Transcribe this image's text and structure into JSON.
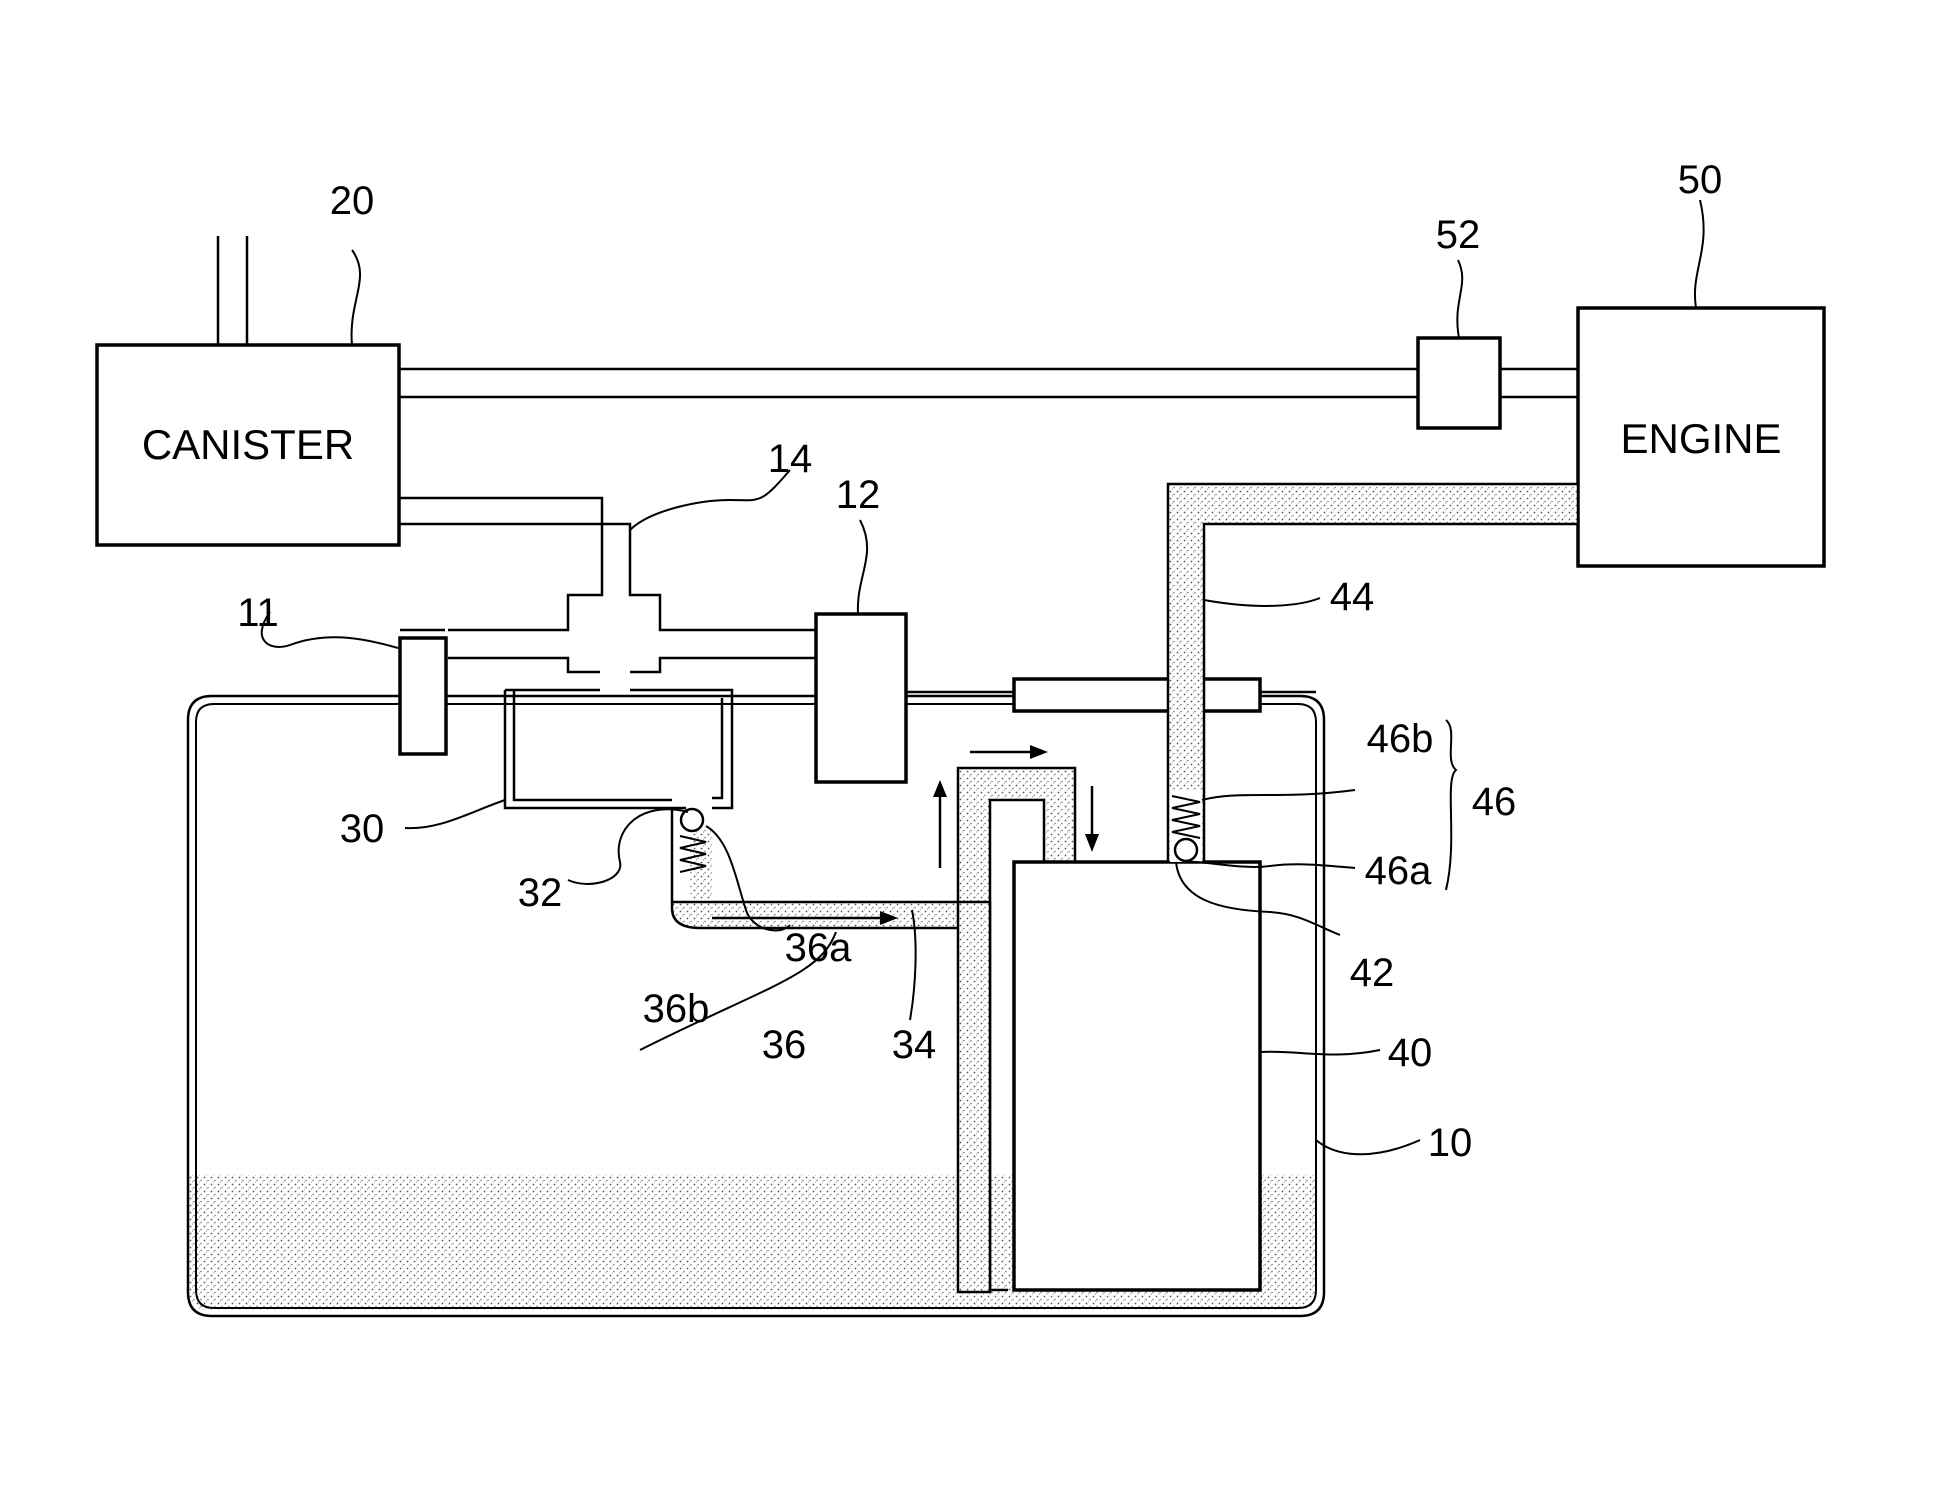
{
  "components": {
    "canister": {
      "text": "CANISTER",
      "ref": "20"
    },
    "engine": {
      "text": "ENGINE",
      "ref": "50"
    }
  },
  "labels": {
    "tank": "10",
    "rollover_valve": "11",
    "fuel_limit_valve": "12",
    "vent_line": "14",
    "chamber": "30",
    "chamber_outlet": "32",
    "return_line": "34",
    "check_valve": "36",
    "check_valve_ball": "36a",
    "check_valve_spring": "36b",
    "fuel_pump_module": "40",
    "pump_outlet": "42",
    "supply_line": "44",
    "supply_valve": "46",
    "supply_valve_ball": "46a",
    "supply_valve_spring": "46b",
    "purge_valve": "52"
  }
}
